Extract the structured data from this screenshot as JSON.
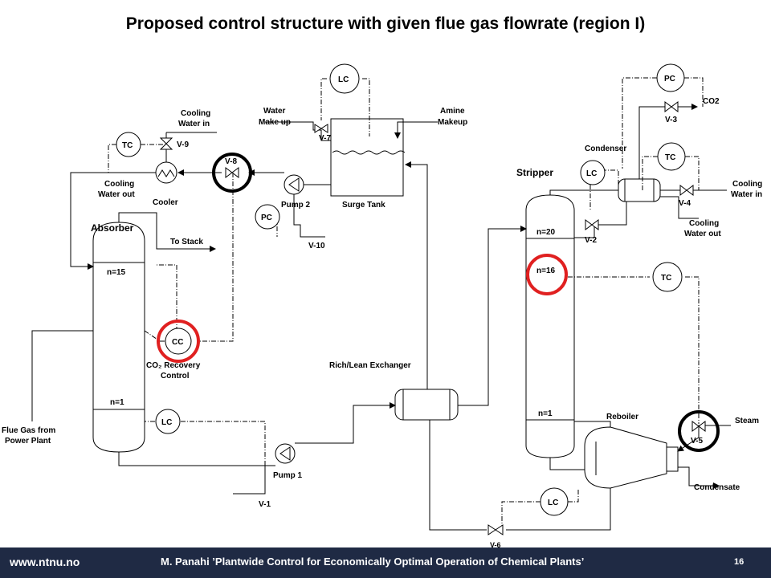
{
  "title": "Proposed control structure with given flue gas flowrate (region I)",
  "footer": {
    "url": "www.ntnu.no",
    "credit": "M. Panahi ’Plantwide Control for Economically Optimal Operation of Chemical Plants’",
    "page": "16"
  },
  "colors": {
    "highlight_red": "#e02020",
    "highlight_black": "#000000",
    "footer_bg": "#1f2a44"
  },
  "labels": {
    "lc_top": "LC",
    "water_makeup_1": "Water",
    "water_makeup_2": "Make up",
    "v7": "V-7",
    "amine_1": "Amine",
    "amine_2": "Makeup",
    "surge_tank": "Surge Tank",
    "pump2": "Pump 2",
    "pc_left": "PC",
    "v10": "V-10",
    "cooling_in_1": "Cooling",
    "cooling_in_2": "Water in",
    "tc_cooler": "TC",
    "v9": "V-9",
    "cooling_out_1": "Cooling",
    "cooling_out_2": "Water out",
    "cooler": "Cooler",
    "v8": "V-8",
    "absorber": "Absorber",
    "to_stack": "To Stack",
    "n15": "n=15",
    "cc": "CC",
    "co2_recovery_1": "CO₂ Recovery",
    "co2_recovery_2": "Control",
    "n1_abs": "n=1",
    "lc_abs": "LC",
    "flue_1": "Flue Gas from",
    "flue_2": "Power Plant",
    "pump1": "Pump 1",
    "v1": "V-1",
    "rich_lean": "Rich/Lean Exchanger",
    "stripper": "Stripper",
    "lc_strip": "LC",
    "n20": "n=20",
    "v2": "V-2",
    "n16": "n=16",
    "tc_strip": "TC",
    "n1_strip": "n=1",
    "pc_right": "PC",
    "co2": "CO2",
    "v3": "V-3",
    "condenser": "Condenser",
    "tc_cond": "TC",
    "cw_in_r_1": "Cooling",
    "cw_in_r_2": "Water in",
    "v4": "V-4",
    "cw_out_r_1": "Cooling",
    "cw_out_r_2": "Water out",
    "reboiler": "Reboiler",
    "steam": "Steam",
    "v5": "V-5",
    "condensate": "Condensate",
    "lc_reb": "LC",
    "v6": "V-6"
  }
}
